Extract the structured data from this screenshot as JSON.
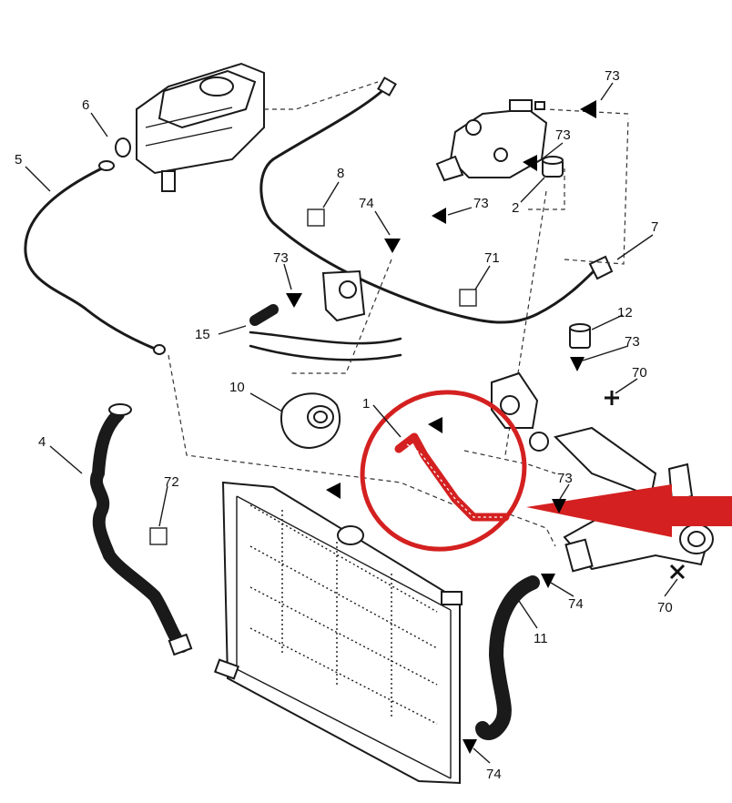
{
  "callouts": {
    "c4": "4",
    "c5": "5",
    "c6": "6",
    "c7": "7",
    "c8": "8",
    "c2": "2",
    "c10": "10",
    "c11": "11",
    "c12": "12",
    "c15": "15",
    "c13": "1",
    "c70a": "70",
    "c70b": "70",
    "c71": "71",
    "c72": "72",
    "c73a": "73",
    "c73b": "73",
    "c73c": "73",
    "c73d": "73",
    "c73e": "73",
    "c73f": "73",
    "c74a": "74",
    "c74b": "74",
    "c74c": "74"
  },
  "colors": {
    "highlight": "#d42020",
    "line": "#1a1a1a",
    "background": "#ffffff"
  }
}
